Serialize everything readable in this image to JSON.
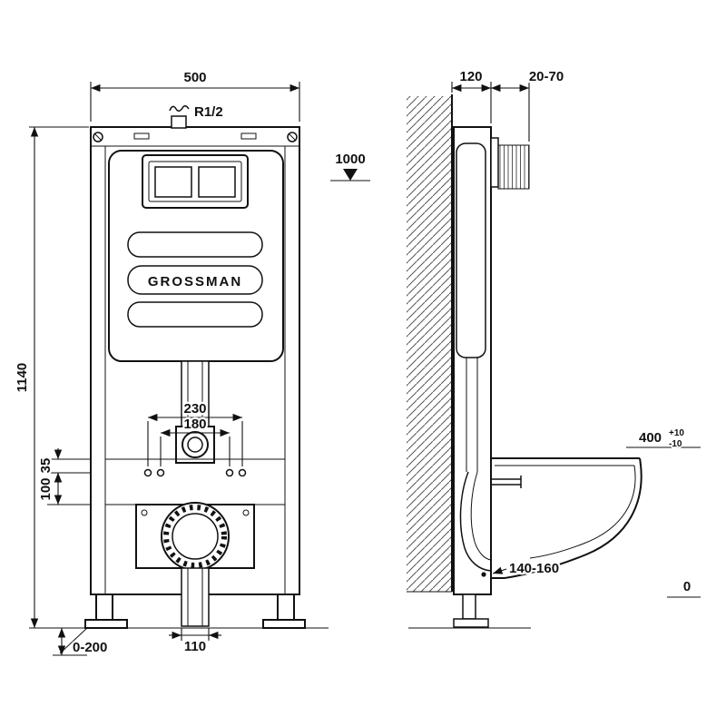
{
  "drawing": {
    "brand": "GROSSMAN",
    "front": {
      "width": "500",
      "height": "1140",
      "inlet": "R1/2",
      "level": "1000",
      "span_outer": "230",
      "span_inner": "180",
      "off35": "35",
      "off100": "100",
      "outlet": "110",
      "legs": "0-200"
    },
    "side": {
      "depth": "120",
      "finish": "20-70",
      "rim": "400",
      "tolp": "+10",
      "tolm": "-10",
      "outlet_h": "140-160",
      "zero": "0"
    }
  }
}
